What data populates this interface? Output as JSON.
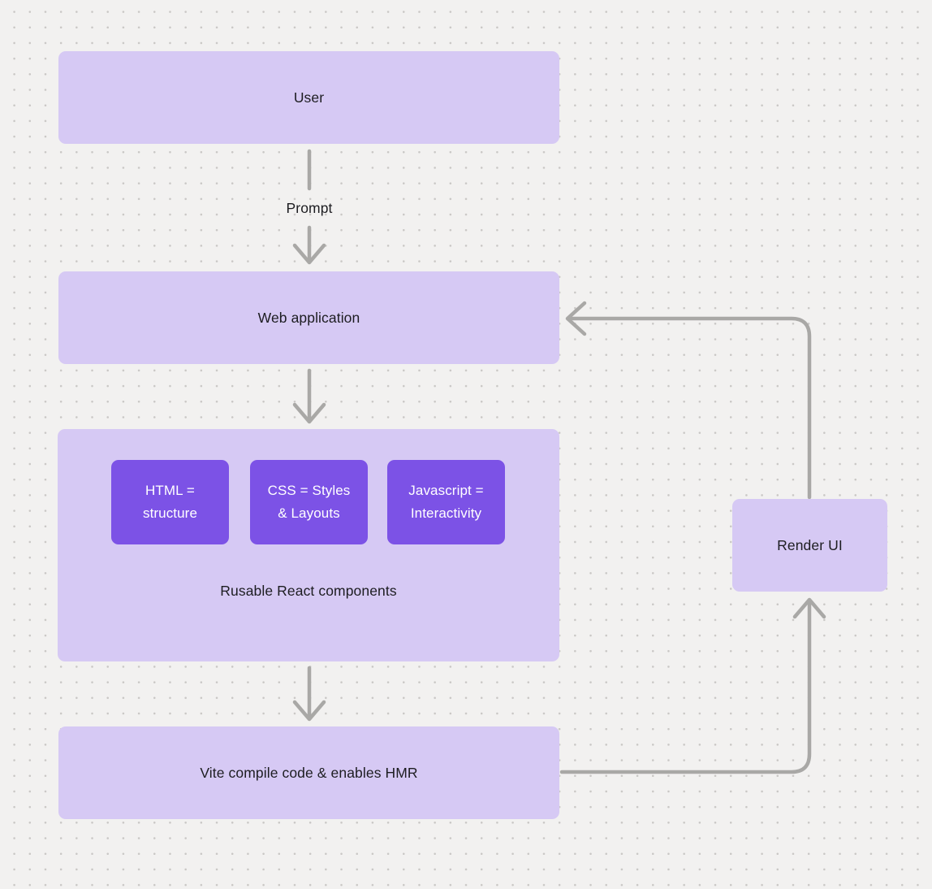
{
  "diagram": {
    "background": {
      "color": "#f2f1f0",
      "dot_color": "#c9c7c5"
    },
    "palette": {
      "node_light": "#d6c9f4",
      "node_dark": "#7c52e6",
      "connector": "#a9a8a6",
      "text_dark": "#1d1d21",
      "text_light": "#ffffff"
    },
    "nodes": {
      "user": {
        "label": "User"
      },
      "web_application": {
        "label": "Web application"
      },
      "components_group": {
        "label": "Rusable React components"
      },
      "components": [
        {
          "lines": [
            "HTML =",
            "structure"
          ]
        },
        {
          "lines": [
            "CSS = Styles",
            "& Layouts"
          ]
        },
        {
          "lines": [
            "Javascript =",
            "Interactivity"
          ]
        }
      ],
      "vite": {
        "label": "Vite compile code & enables HMR"
      },
      "render_ui": {
        "label": "Render UI"
      }
    },
    "edge_labels": {
      "prompt": "Prompt"
    }
  }
}
